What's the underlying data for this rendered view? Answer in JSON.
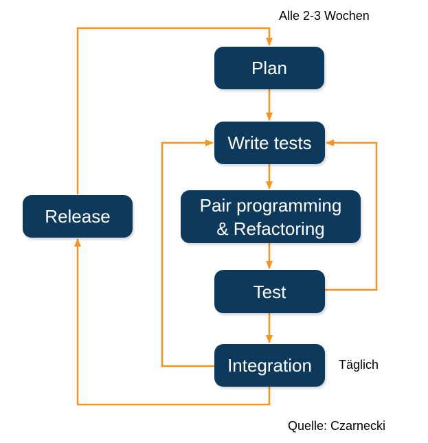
{
  "diagram": {
    "type": "flowchart",
    "subject": "XP / agile development cycle"
  },
  "colors": {
    "node_fill": "#0d3a5c",
    "node_text": "#ffffff",
    "arrow": "#f7941e",
    "label_text": "#000000",
    "background": "#ffffff"
  },
  "nodes": [
    {
      "id": "plan",
      "label": "Plan"
    },
    {
      "id": "write-tests",
      "label": "Write tests"
    },
    {
      "id": "pair-programming",
      "label": "Pair programming & Refactoring",
      "line1": "Pair programming",
      "line2": "& Refactoring"
    },
    {
      "id": "test",
      "label": "Test"
    },
    {
      "id": "integration",
      "label": "Integration"
    },
    {
      "id": "release",
      "label": "Release"
    }
  ],
  "edges": [
    {
      "from": "release",
      "to": "plan",
      "label": "Alle 2-3 Wochen"
    },
    {
      "from": "plan",
      "to": "write-tests"
    },
    {
      "from": "write-tests",
      "to": "pair-programming"
    },
    {
      "from": "pair-programming",
      "to": "test"
    },
    {
      "from": "test",
      "to": "integration"
    },
    {
      "from": "integration",
      "to": "write-tests",
      "label": "Täglich"
    },
    {
      "from": "test",
      "to": "write-tests"
    },
    {
      "from": "integration",
      "to": "release"
    }
  ],
  "annotations": {
    "cycle_label": "Alle 2-3 Wochen",
    "daily_label": "Täglich",
    "source_label": "Quelle: Czarnecki"
  }
}
